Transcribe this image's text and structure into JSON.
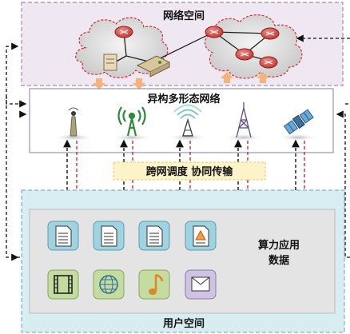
{
  "cyberspace": {
    "title": "网络空间"
  },
  "hetero_network": {
    "title": "异构多形态网络"
  },
  "scheduling": {
    "label": "跨网调度  协同传输"
  },
  "user_space": {
    "title": "用户空间"
  },
  "app_data": {
    "line1": "算力应用",
    "line2": "数据"
  },
  "colors": {
    "cyberspace_fill": "#efe8f2",
    "cyberspace_border": "#a48bb0",
    "network_border": "#9b8fb3",
    "user_fill": "#d7edf2",
    "user_border": "#7fb2c4",
    "router": "#d9534f",
    "arrow_black": "#111111",
    "arrow_red": "#d62a2a",
    "up_arrow": "#f5b27a",
    "label_fill": "#fdf3c8",
    "cloud_fill": "#dcdcdc",
    "doc_tile": "#9fd3e0",
    "media_tile": "#c4dca0",
    "mail_tile": "#cfc3e2"
  },
  "icons": {
    "row1": [
      "document-icon",
      "document-icon",
      "document-icon",
      "warning-document-icon"
    ],
    "row2": [
      "film-icon",
      "globe-icon",
      "music-note-icon",
      "envelope-icon"
    ],
    "towers": [
      "antenna-icon",
      "cell-tower-icon",
      "wifi-tower-icon",
      "broadcast-tower-icon",
      "satellite-icon"
    ]
  }
}
